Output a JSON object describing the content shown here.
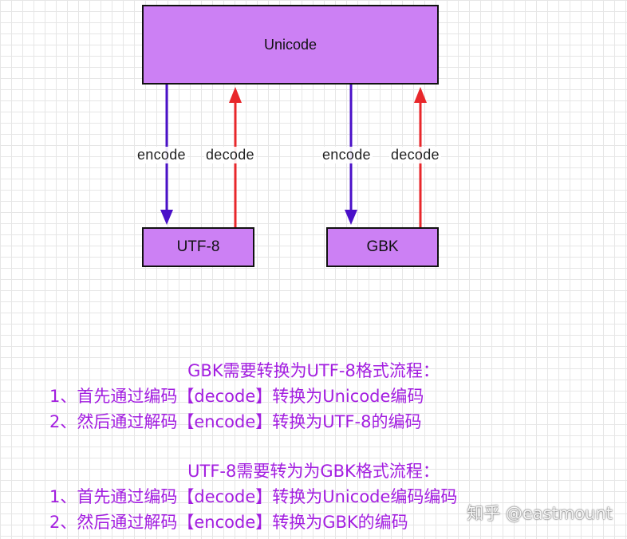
{
  "diagram": {
    "nodes": {
      "unicode": "Unicode",
      "utf8": "UTF-8",
      "gbk": "GBK"
    },
    "edges": {
      "left_encode": "encode",
      "left_decode": "decode",
      "right_encode": "encode",
      "right_decode": "decode"
    },
    "colors": {
      "box_fill": "#cc80f4",
      "encode_arrow": "#4a10c8",
      "decode_arrow": "#e8272b",
      "note_text": "#a31ee0"
    }
  },
  "notes": {
    "gbk_to_utf8": {
      "title": "GBK需要转换为UTF-8格式流程：",
      "step1": "1、首先通过编码【decode】转换为Unicode编码",
      "step2": "2、然后通过解码【encode】转换为UTF-8的编码"
    },
    "utf8_to_gbk": {
      "title": "UTF-8需要转为为GBK格式流程：",
      "step1": "1、首先通过编码【decode】转换为Unicode编码编码",
      "step2": "2、然后通过解码【encode】转换为GBK的编码"
    }
  },
  "watermark": "知乎 @eastmount"
}
